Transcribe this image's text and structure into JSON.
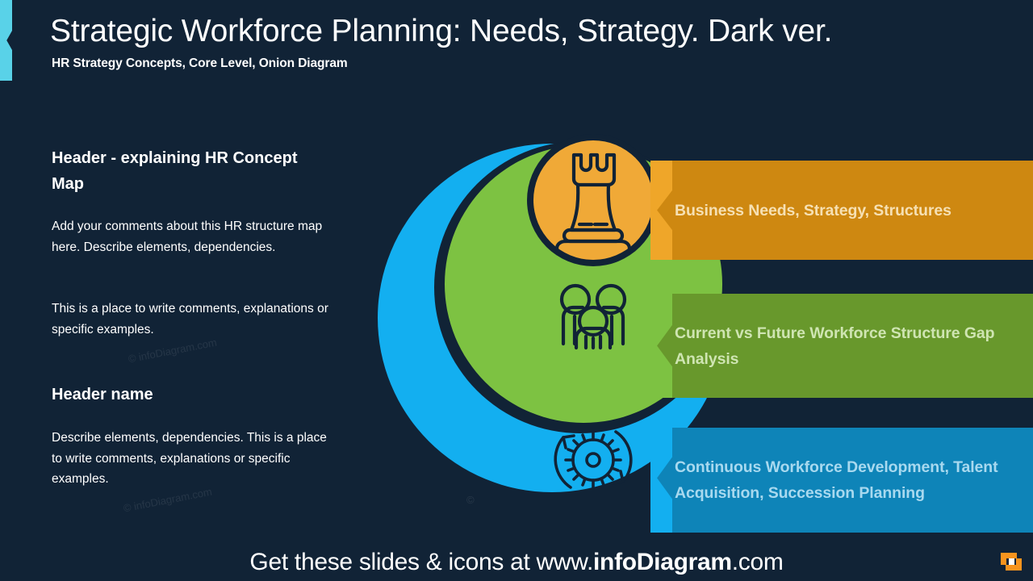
{
  "slide": {
    "background_color": "#112336",
    "accent_bar_color": "#59D2E8",
    "title": "Strategic Workforce Planning: Needs, Strategy. Dark ver.",
    "subtitle": "HR Strategy Concepts, Core Level, Onion Diagram"
  },
  "left_column": {
    "heading_1": "Header - explaining HR Concept Map",
    "body_1": "Add your comments about this HR structure map here. Describe elements, dependencies.",
    "body_2": "This is a place to write comments, explanations or specific examples.",
    "heading_2": "Header name",
    "body_3": "Describe elements, dependencies. This is a place to write comments, explanations or specific examples."
  },
  "watermarks": {
    "text": "© infoDiagram.com",
    "short": "©"
  },
  "diagram": {
    "type": "onion-diagram",
    "layers": [
      {
        "id": "outer",
        "name": "outer-ring",
        "color": "#13AFF0",
        "icon": "gear-cycle-icon",
        "label": "Continuous Workforce Development, Talent Acquisition, Succession Planning",
        "banner_color": "#0E84B8",
        "banner_tab_color": "#13AFF0",
        "banner_text_color": "#A8D9EF"
      },
      {
        "id": "middle",
        "name": "middle-ring",
        "color": "#7DC242",
        "icon": "people-group-icon",
        "label": "Current vs Future Workforce Structure Gap Analysis",
        "banner_color": "#68982C",
        "banner_tab_color": "#7DC242",
        "banner_text_color": "#CFE5B2"
      },
      {
        "id": "core",
        "name": "core-circle",
        "color": "#F0A937",
        "icon": "chess-rook-icon",
        "label": "Business Needs, Strategy, Structures",
        "banner_color": "#CE8811",
        "banner_tab_color": "#EFA629",
        "banner_text_color": "#F6E0B3"
      }
    ],
    "gap_color": "#112336",
    "icon_stroke_color": "#112336"
  },
  "footer": {
    "text_before": "Get these slides & icons at www.",
    "brand": "infoDiagram",
    "text_after": ".com",
    "logo_color": "#F7941E"
  }
}
